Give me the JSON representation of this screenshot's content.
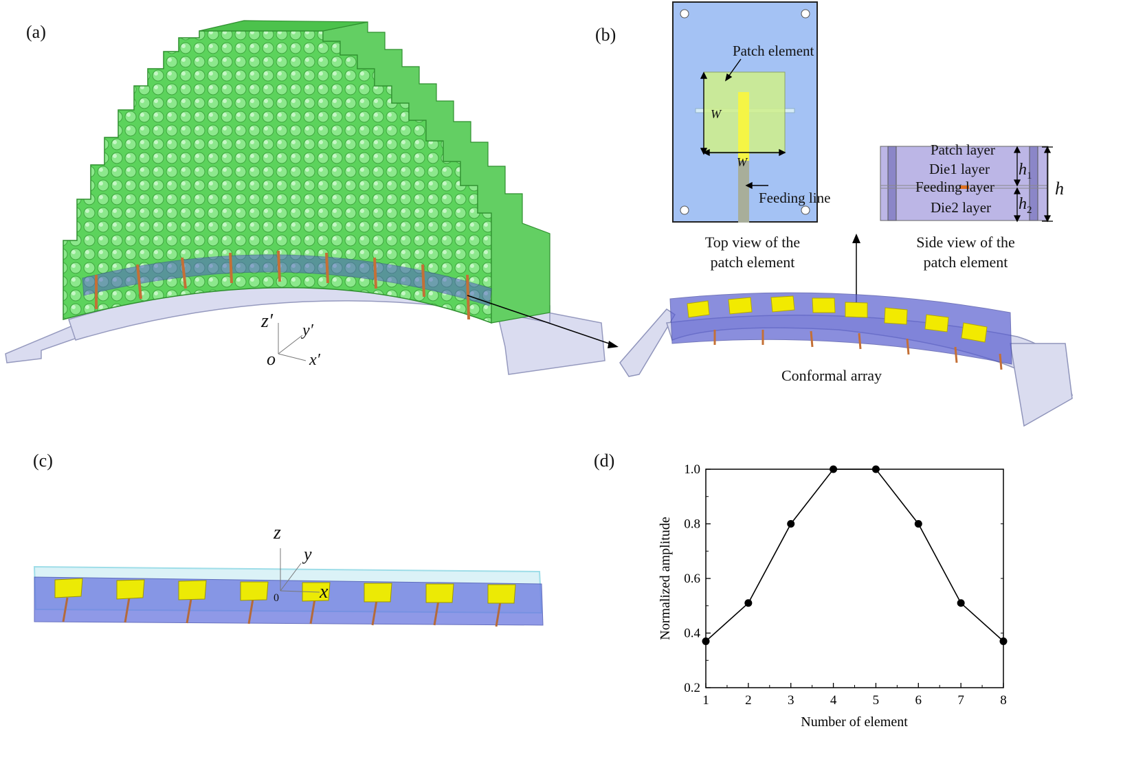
{
  "panels": {
    "a": "(a)",
    "b": "(b)",
    "c": "(c)",
    "d": "(d)"
  },
  "panel_a": {
    "axis_z": "z′",
    "axis_y": "y′",
    "axis_x": "x′",
    "origin": "o"
  },
  "panel_b": {
    "top_view": {
      "patch_label": "Patch element",
      "w_vertical": "W",
      "w_horizontal": "W",
      "feed_label": "Feeding line",
      "caption_line1": "Top view of the",
      "caption_line2": "patch element"
    },
    "side_view": {
      "layers": [
        "Patch layer",
        "Die1 layer",
        "Feeding layer",
        "Die2 layer"
      ],
      "h1": "h",
      "h1_sub": "1",
      "h2": "h",
      "h2_sub": "2",
      "h": "h",
      "caption_line1": "Side view of the",
      "caption_line2": "patch element"
    },
    "array_caption": "Conformal array"
  },
  "panel_c": {
    "axis_z": "z",
    "axis_y": "y",
    "axis_x": "x",
    "origin": "0"
  },
  "chart_data": {
    "type": "line",
    "title": "",
    "xlabel": "Number of element",
    "ylabel": "Normalized amplitude",
    "x": [
      1,
      2,
      3,
      4,
      5,
      6,
      7,
      8
    ],
    "series": [
      {
        "values": [
          0.37,
          0.51,
          0.8,
          1.0,
          1.0,
          0.8,
          0.51,
          0.37
        ]
      }
    ],
    "xlim": [
      1,
      8
    ],
    "ylim": [
      0.2,
      1.0
    ],
    "xticks": [
      "1",
      "2",
      "3",
      "4",
      "5",
      "6",
      "7",
      "8"
    ],
    "yticks": [
      "0.2",
      "0.4",
      "0.6",
      "0.8",
      "1.0"
    ],
    "grid": false,
    "legend": "none",
    "color": "#000000"
  },
  "colors": {
    "radome_green": "#5ad05a",
    "substrate_blue": "#7c8ce6",
    "patch_yellow": "#f0e600",
    "feed_orange": "#d0783a"
  }
}
